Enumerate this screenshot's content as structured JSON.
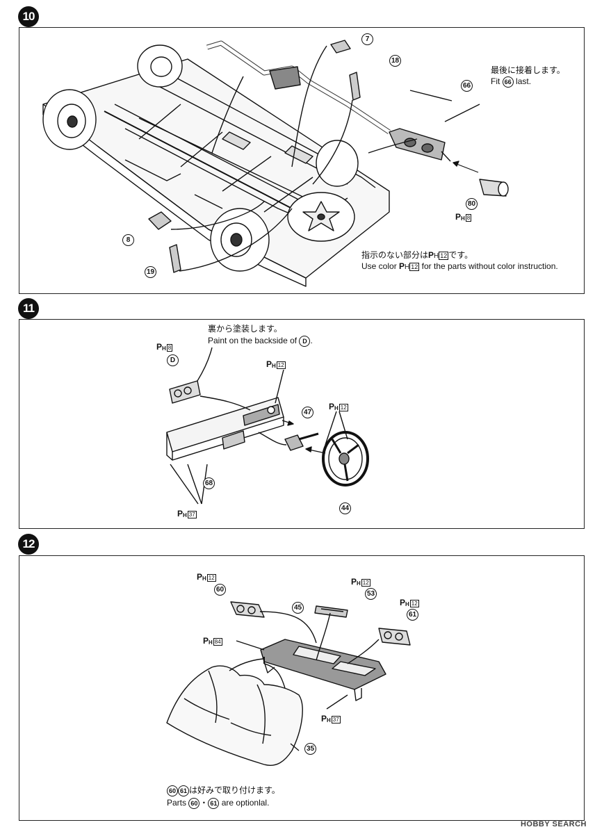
{
  "steps": {
    "s10": "10",
    "s11": "11",
    "s12": "12"
  },
  "step10": {
    "note_fit_jp": "最後に接着します。",
    "note_fit_en_a": "Fit",
    "note_fit_part": "66",
    "note_fit_en_b": "last.",
    "color_note_jp_a": "指示のない部分は",
    "color_note_jp_b": "です。",
    "color_note_en_a": "Use color",
    "color_note_en_b": "for the parts without color instruction.",
    "color_code": "12",
    "parts": {
      "p7": "7",
      "p18": "18",
      "p66": "66",
      "p80": "80",
      "p8": "8",
      "p19": "19"
    },
    "paint_p80": "8"
  },
  "step11": {
    "note_jp": "裏から塗装します。",
    "note_en": "Paint on the backside of",
    "note_part": "D",
    "note_end": ".",
    "part_D": "D",
    "parts": {
      "p47": "47",
      "p68": "68",
      "p44": "44"
    },
    "paint_D": "8",
    "paint_dash": "12",
    "paint_wheel": "12",
    "paint_base": "37"
  },
  "step12": {
    "parts": {
      "p60": "60",
      "p45": "45",
      "p53": "53",
      "p61": "61",
      "p35": "35"
    },
    "paint_60": "12",
    "paint_53": "12",
    "paint_61": "12",
    "paint_45": "84",
    "paint_seat": "37",
    "opt_jp": "は好みで取り付けます。",
    "opt_en_a": "Parts",
    "opt_en_b": "are optionlal.",
    "opt_p1": "60",
    "opt_p2": "61",
    "opt_sep": "・"
  },
  "paint_prefix": "P",
  "paint_sub": "H",
  "watermark": "HOBBY SEARCH"
}
